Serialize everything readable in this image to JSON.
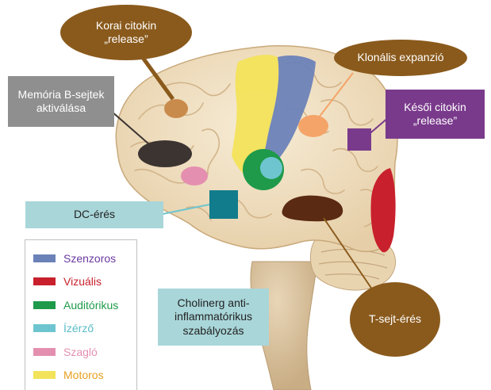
{
  "callouts": {
    "early_cytokine": "Korai citokin\n„release”",
    "clonal_expansion": "Klonális expanzió",
    "memory_b": "Memória B-sejtek\naktiválása",
    "late_cytokine": "Késői citokin\n„release”",
    "dc_maturation": "DC-érés",
    "cholinergic": "Cholinerg anti-\ninflammatórikus\nszabályozás",
    "t_cell_maturation": "T-sejt-érés"
  },
  "legend": {
    "items": [
      {
        "label": "Szenzoros",
        "color": "#6b82b8",
        "text_color": "#6b3aa0"
      },
      {
        "label": "Vizuális",
        "color": "#c8202c",
        "text_color": "#c8202c"
      },
      {
        "label": "Auditórikus",
        "color": "#1e9a4a",
        "text_color": "#1e9a4a"
      },
      {
        "label": "Ízérző",
        "color": "#6ec5cf",
        "text_color": "#5bbcc8"
      },
      {
        "label": "Szagló",
        "color": "#e48fb0",
        "text_color": "#e48fb0"
      },
      {
        "label": "Motoros",
        "color": "#f2e35a",
        "text_color": "#e8a020"
      }
    ]
  },
  "colors": {
    "callout_brown": "#8a5a1c",
    "callout_gray": "#8f8f8f",
    "callout_purple": "#7a3a8c",
    "callout_teal": "#a9d6d9",
    "brain_base": "#f1e3c9",
    "marker_orange": "#f4a469",
    "marker_dark": "#3b3431",
    "marker_brown": "#5a2a12",
    "marker_tan": "#c98b4c"
  }
}
